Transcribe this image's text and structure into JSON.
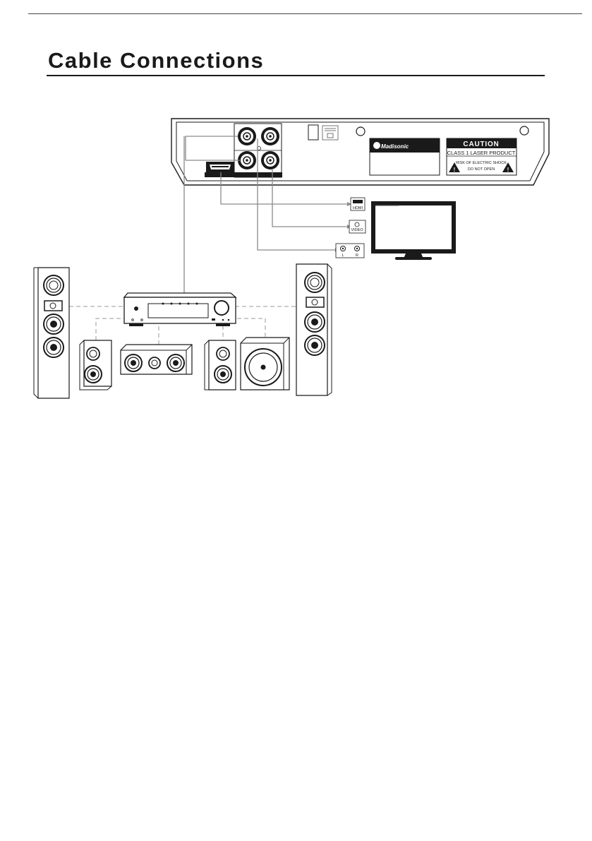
{
  "page": {
    "title": "Cable Connections"
  },
  "player": {
    "brand": "Madisonic",
    "caution": {
      "heading": "CAUTION",
      "line1": "CLASS 1 LASER PRODUCT",
      "line2": "RISK OF ELECTRIC SHOCK",
      "line3": "DO NOT OPEN"
    }
  },
  "tv_inputs": {
    "hdmi": "HDMI",
    "video": "VIDEO",
    "audio_left": "L",
    "audio_right": "R"
  },
  "colors": {
    "line": "#1a1a1a",
    "cable": "#8a8a8a",
    "dashed": "#9a9a9a"
  }
}
